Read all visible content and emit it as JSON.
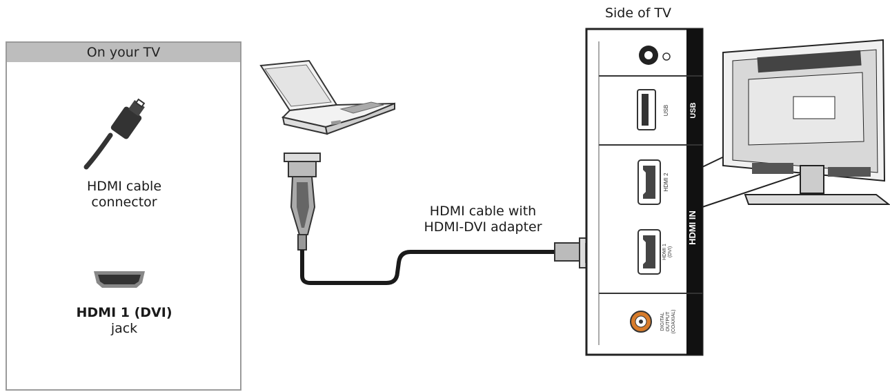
{
  "legend": {
    "header": "On your TV",
    "connector_label_line1": "HDMI cable",
    "connector_label_line2": "connector",
    "jack_label_bold": "HDMI 1 (DVI)",
    "jack_label": "jack"
  },
  "cable_label": {
    "line1": "HDMI cable with",
    "line2": "HDMI-DVI adapter"
  },
  "panel": {
    "title": "Side of TV",
    "usb_small": "USB",
    "usb_side": "USB",
    "hdmi2": "HDMI 2",
    "hdmi1": "HDMI 1",
    "hdmi1_sub": "(DVI)",
    "hdmi_in": "HDMI IN",
    "digital_output": "DIGITAL",
    "digital_output2": "OUTPUT",
    "digital_output3": "(COAXIAL)"
  }
}
